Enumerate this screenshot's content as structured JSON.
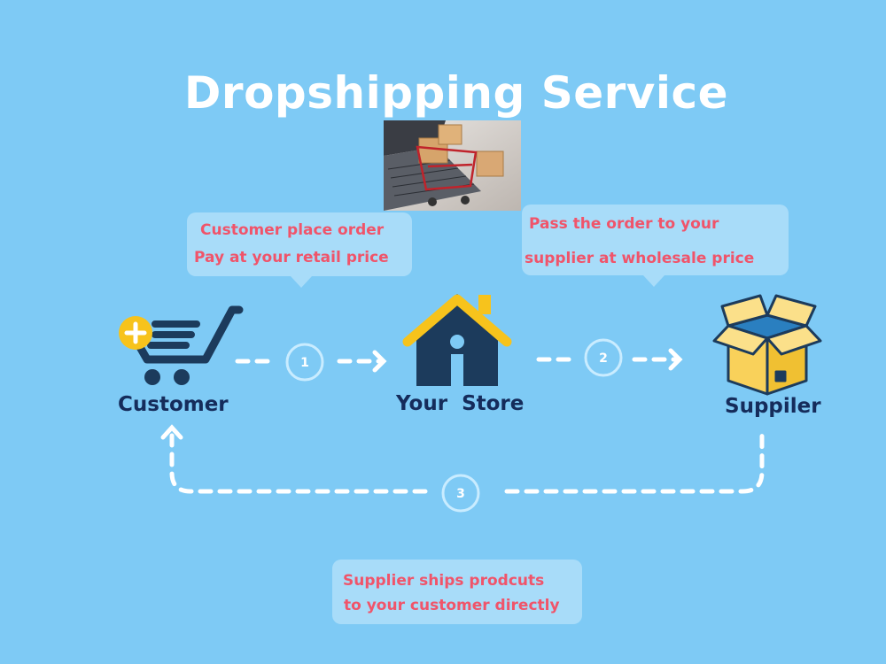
{
  "title": "Dropshipping Service",
  "bubbles": {
    "order": [
      "Customer place order",
      "Pay at your retail price"
    ],
    "pass": [
      "Pass the order to your",
      "supplier at wholesale price"
    ],
    "ship": [
      "Supplier ships prodcuts",
      "to your customer directly"
    ]
  },
  "nodes": {
    "customer": "Customer",
    "store": "Your  Store",
    "supplier": "Suppiler"
  },
  "steps": [
    "1",
    "2",
    "3"
  ],
  "colors": {
    "background": "#7ecaf5",
    "bubble": "#a8dcf9",
    "bubble_text": "#f0546a",
    "node_text": "#152c5b",
    "icon_dark": "#1c3b5c",
    "icon_accent": "#f7c31c"
  },
  "icons": {
    "customer": "shopping-cart-plus-icon",
    "store": "house-icon",
    "supplier": "open-box-icon",
    "photo": "laptop-shopping-cart-photo"
  }
}
